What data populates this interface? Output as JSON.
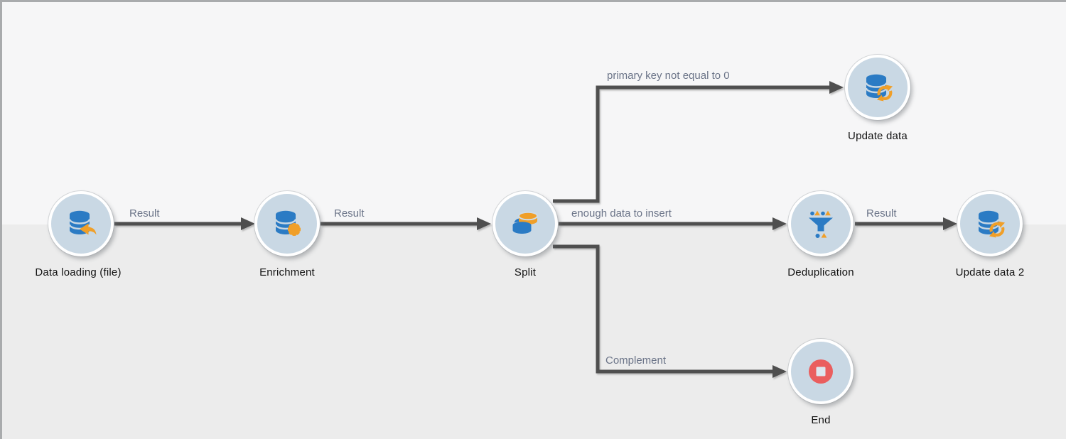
{
  "canvas": {
    "bg_top": "#f6f6f7",
    "bg_bottom": "#ececec"
  },
  "colors": {
    "frame_border": "#a9abad",
    "bg_top": "#f6f6f7",
    "bg_bottom": "#ececec",
    "node_fill": "#c9d8e4",
    "node_border": "#ffffff",
    "node_label": "#121212",
    "edge": "#4f4f4f",
    "edge_label": "#6b7488",
    "blue": "#2b7bc4",
    "orange": "#f09f28",
    "red": "#ea5e5e",
    "stop_square": "#dde6ee"
  },
  "nodes": [
    {
      "id": "data-loading",
      "label": "Data loading (file)",
      "icon": "database-load-icon"
    },
    {
      "id": "enrichment",
      "label": "Enrichment",
      "icon": "database-gear-icon"
    },
    {
      "id": "split",
      "label": "Split",
      "icon": "split-discs-icon"
    },
    {
      "id": "update-data",
      "label": "Update data",
      "icon": "database-refresh-icon"
    },
    {
      "id": "deduplication",
      "label": "Deduplication",
      "icon": "funnel-icon"
    },
    {
      "id": "update-data-2",
      "label": "Update data 2",
      "icon": "database-refresh-icon"
    },
    {
      "id": "end",
      "label": "End",
      "icon": "stop-icon"
    }
  ],
  "edges": [
    {
      "from": "data-loading",
      "to": "enrichment",
      "label": "Result"
    },
    {
      "from": "enrichment",
      "to": "split",
      "label": "Result"
    },
    {
      "from": "split",
      "to": "update-data",
      "label": "primary key not equal to 0"
    },
    {
      "from": "split",
      "to": "deduplication",
      "label": "enough data to insert"
    },
    {
      "from": "deduplication",
      "to": "update-data-2",
      "label": "Result"
    },
    {
      "from": "split",
      "to": "end",
      "label": "Complement"
    }
  ]
}
